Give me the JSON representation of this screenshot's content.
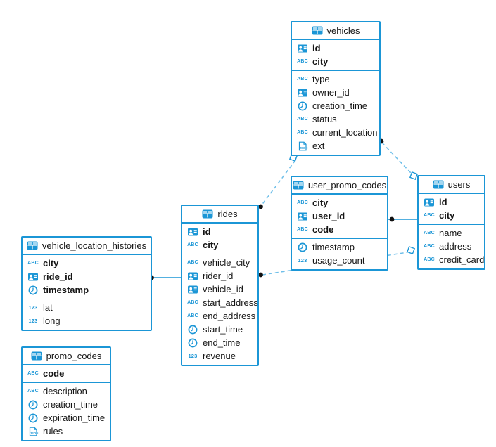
{
  "icon_labels": {
    "text": "ABC",
    "number": "123",
    "json": "JSON"
  },
  "colors": {
    "accent": "#1b96d6",
    "dash": "#6fbfe9",
    "dot": "#111111",
    "background": "#ffffff",
    "text": "#151515"
  },
  "diagram": {
    "tables": [
      {
        "name": "vehicles",
        "columns": [
          {
            "name": "id",
            "type": "id",
            "pk": true
          },
          {
            "name": "city",
            "type": "text",
            "pk": true
          },
          {
            "name": "type",
            "type": "text",
            "pk": false
          },
          {
            "name": "owner_id",
            "type": "id",
            "pk": false
          },
          {
            "name": "creation_time",
            "type": "datetime",
            "pk": false
          },
          {
            "name": "status",
            "type": "text",
            "pk": false
          },
          {
            "name": "current_location",
            "type": "text",
            "pk": false
          },
          {
            "name": "ext",
            "type": "json",
            "pk": false
          }
        ]
      },
      {
        "name": "user_promo_codes",
        "columns": [
          {
            "name": "city",
            "type": "text",
            "pk": true
          },
          {
            "name": "user_id",
            "type": "id",
            "pk": true
          },
          {
            "name": "code",
            "type": "text",
            "pk": true
          },
          {
            "name": "timestamp",
            "type": "datetime",
            "pk": false
          },
          {
            "name": "usage_count",
            "type": "number",
            "pk": false
          }
        ]
      },
      {
        "name": "users",
        "columns": [
          {
            "name": "id",
            "type": "id",
            "pk": true
          },
          {
            "name": "city",
            "type": "text",
            "pk": true
          },
          {
            "name": "name",
            "type": "text",
            "pk": false
          },
          {
            "name": "address",
            "type": "text",
            "pk": false
          },
          {
            "name": "credit_card",
            "type": "text",
            "pk": false
          }
        ]
      },
      {
        "name": "rides",
        "columns": [
          {
            "name": "id",
            "type": "id",
            "pk": true
          },
          {
            "name": "city",
            "type": "text",
            "pk": true
          },
          {
            "name": "vehicle_city",
            "type": "text",
            "pk": false
          },
          {
            "name": "rider_id",
            "type": "id",
            "pk": false
          },
          {
            "name": "vehicle_id",
            "type": "id",
            "pk": false
          },
          {
            "name": "start_address",
            "type": "text",
            "pk": false
          },
          {
            "name": "end_address",
            "type": "text",
            "pk": false
          },
          {
            "name": "start_time",
            "type": "datetime",
            "pk": false
          },
          {
            "name": "end_time",
            "type": "datetime",
            "pk": false
          },
          {
            "name": "revenue",
            "type": "number",
            "pk": false
          }
        ]
      },
      {
        "name": "vehicle_location_histories",
        "columns": [
          {
            "name": "city",
            "type": "text",
            "pk": true
          },
          {
            "name": "ride_id",
            "type": "id",
            "pk": true
          },
          {
            "name": "timestamp",
            "type": "datetime",
            "pk": true
          },
          {
            "name": "lat",
            "type": "number",
            "pk": false
          },
          {
            "name": "long",
            "type": "number",
            "pk": false
          }
        ]
      },
      {
        "name": "promo_codes",
        "columns": [
          {
            "name": "code",
            "type": "text",
            "pk": true
          },
          {
            "name": "description",
            "type": "text",
            "pk": false
          },
          {
            "name": "creation_time",
            "type": "datetime",
            "pk": false
          },
          {
            "name": "expiration_time",
            "type": "datetime",
            "pk": false
          },
          {
            "name": "rules",
            "type": "json",
            "pk": false
          }
        ]
      }
    ],
    "connections": [
      {
        "from": "rides",
        "from_marker": "dot",
        "to": "vehicles",
        "to_marker": "diamond",
        "style": "dashed"
      },
      {
        "from": "vehicles",
        "from_marker": "dot",
        "to": "users",
        "to_marker": "diamond",
        "style": "dashed"
      },
      {
        "from": "user_promo_codes",
        "from_marker": "dot",
        "to": "users",
        "to_marker": "none",
        "style": "solid"
      },
      {
        "from": "rides",
        "from_marker": "dot",
        "to": "users",
        "to_marker": "diamond",
        "style": "dashed"
      },
      {
        "from": "vehicle_location_histories",
        "from_marker": "dot",
        "to": "rides",
        "to_marker": "none",
        "style": "solid"
      }
    ]
  }
}
